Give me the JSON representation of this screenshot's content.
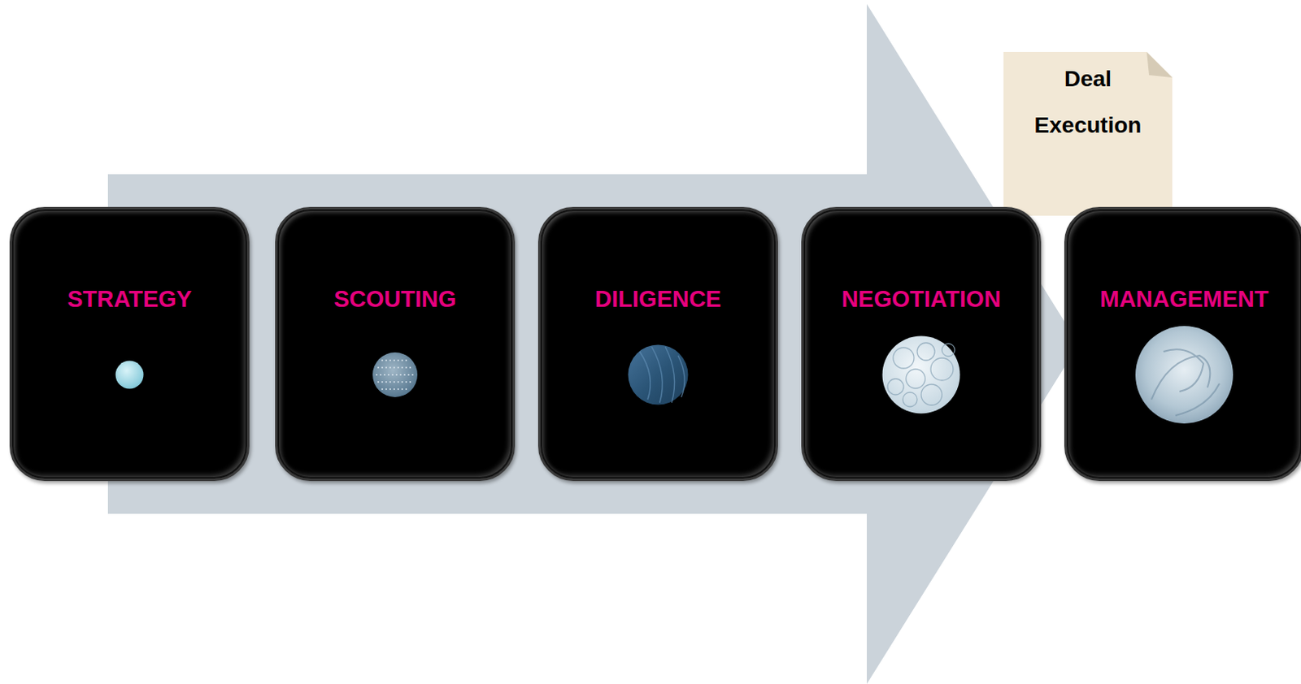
{
  "diagram": {
    "nodes": [
      {
        "text": [
          "STRATEGY"
        ]
      },
      {
        "text": [
          "SCOUTING"
        ]
      },
      {
        "text": [
          "DILIGENCE"
        ]
      },
      {
        "text": [
          "NEGOTIATION"
        ]
      },
      {
        "text": [
          "MANAGEMENT"
        ]
      },
      {
        "text": [
          "Deal Execution"
        ]
      }
    ]
  }
}
